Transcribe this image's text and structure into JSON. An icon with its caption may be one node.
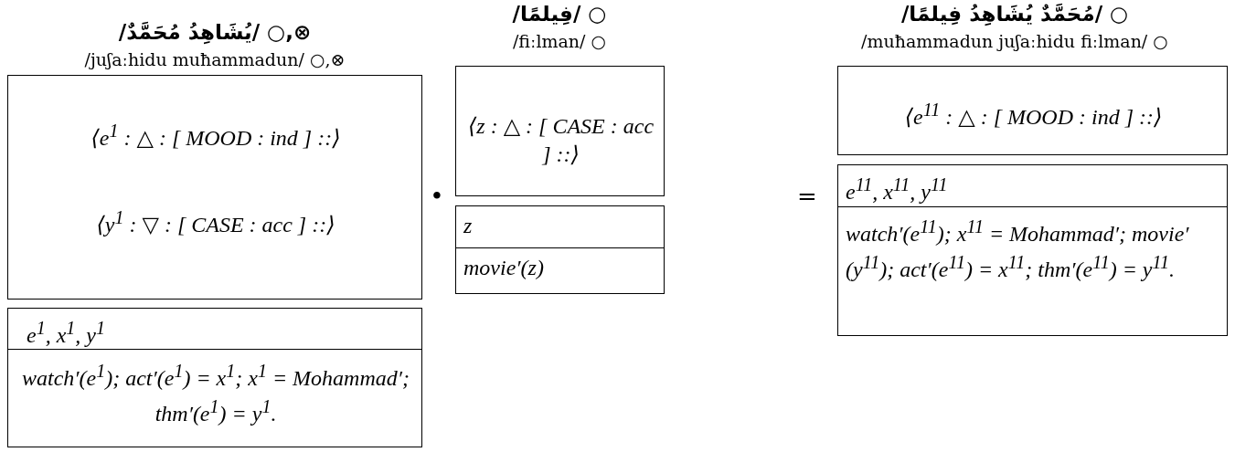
{
  "diagram": {
    "nodes": [
      {
        "text": [
          "⊗,○ /يُشَاهِدُ مُحَمَّدٌ/",
          "/juʃaːhidu muħammadun/ ○,⊗",
          "⟨e$^{1}$ : △ : [ MOOD : ind ] ::⟩",
          "⟨y$^{1}$ : ▽ : [ CASE : acc ] ::⟩"
        ]
      },
      {
        "text": [
          "e$^{1}$, x$^{1}$, y$^{1}$",
          "watch′(e$^{1}$); act′(e$^{1}$) = x$^{1}$; x$^{1}$ = Mohammad′; thm′(e$^{1}$) = y$^{1}$."
        ]
      },
      {
        "text": [
          "○ /فِيلمًا/",
          "/fiːlman/ ○",
          "⟨z : △ : [ CASE : acc ] ::⟩"
        ]
      },
      {
        "text": [
          "z",
          "movie′(z)"
        ]
      },
      {
        "text": [
          "○ /مُحَمَّدٌ يُشَاهِدُ فِيلمًا/",
          "/muħammadun juʃaːhidu fiːlman/ ○",
          "⟨e$^{11}$ : △ : [ MOOD : ind ] ::⟩"
        ]
      },
      {
        "text": [
          "e$^{11}$, x$^{11}$, y$^{11}$",
          "watch′(e$^{11}$); x$^{11}$ = Mohammad′; movie′(y$^{11}$); act′(e$^{11}$) = x$^{11}$; thm′(e$^{11}$) = y$^{11}$."
        ]
      }
    ],
    "labels": [
      "•",
      "="
    ]
  }
}
